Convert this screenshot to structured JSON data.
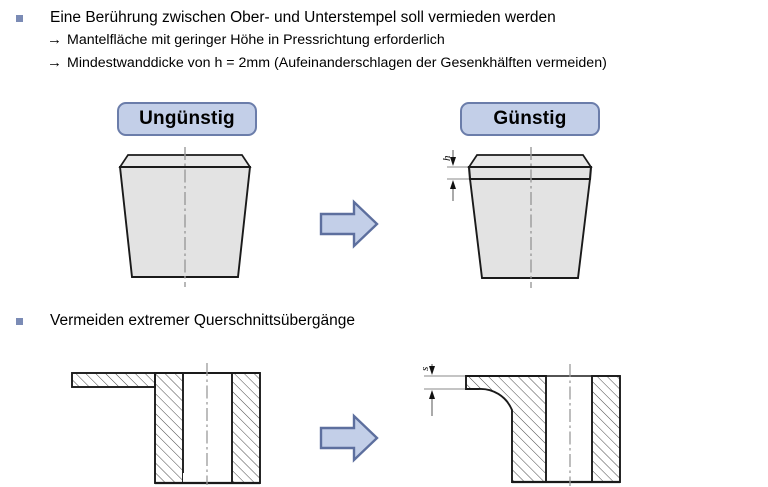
{
  "slide": {
    "background_color": "#ffffff",
    "bullet_color": "#7b8bb5",
    "accent_fill": "#c3cfe8",
    "accent_stroke": "#6b7daa",
    "part_fill": "#e3e3e3",
    "line_color": "#1a1a1a"
  },
  "section1": {
    "bullet": "Eine Berührung zwischen Ober- und Unterstempel soll vermieden werden",
    "sub_items": [
      {
        "arrow": "→",
        "text": "Mantelfläche mit geringer Höhe in Pressrichtung erforderlich"
      },
      {
        "arrow": "→",
        "text": "Mindestwanddicke von h = 2mm (Aufeinanderschlagen der Gesenkhälften vermeiden)"
      }
    ],
    "bad_label": "Ungünstig",
    "good_label": "Günstig",
    "dimension_label": "h"
  },
  "section2": {
    "bullet": "Vermeiden extremer Querschnittsübergänge",
    "dimension_label": "s"
  }
}
